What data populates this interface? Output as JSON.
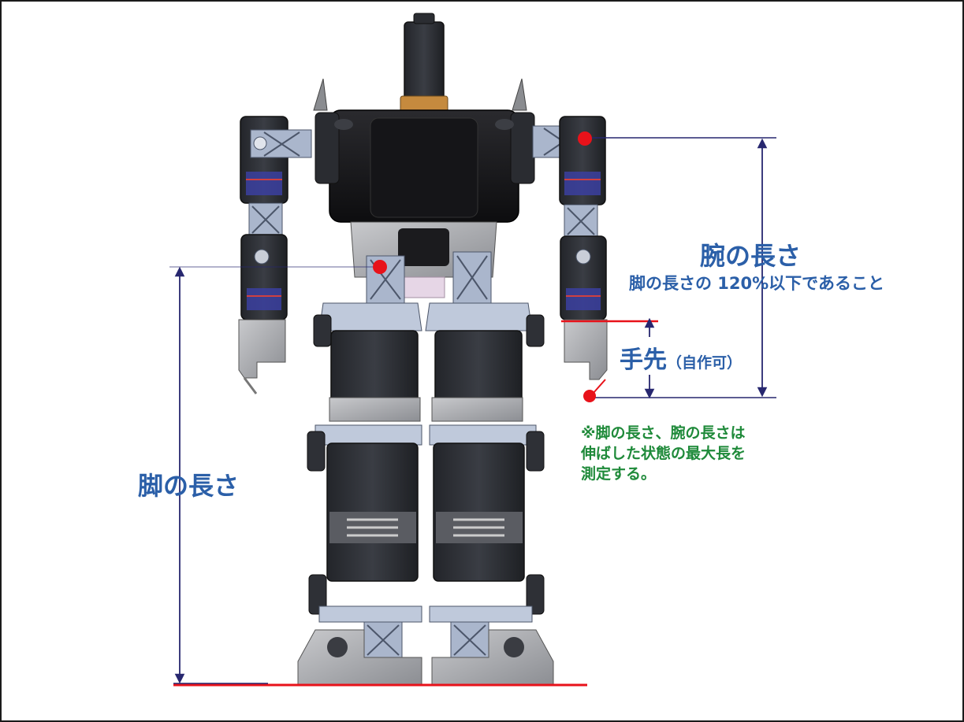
{
  "labels": {
    "arm_length": "腕の長さ",
    "arm_condition": "脚の長さの 120%以下であること",
    "hand": "手先",
    "hand_note": "（自作可）",
    "leg_length": "脚の長さ"
  },
  "note": {
    "line1": "※脚の長さ、腕の長さは",
    "line2": "伸ばした状態の最大長を",
    "line3": "測定する。"
  },
  "colors": {
    "label_blue": "#2b5fa8",
    "note_green": "#1f8a3a",
    "dimension_line": "#27276f",
    "marker_red": "#e8121a",
    "robot_body": "#1c1c1e",
    "servo": "#2e3036",
    "bracket": "#b9c3d6",
    "plate": "#9a9ca2"
  }
}
